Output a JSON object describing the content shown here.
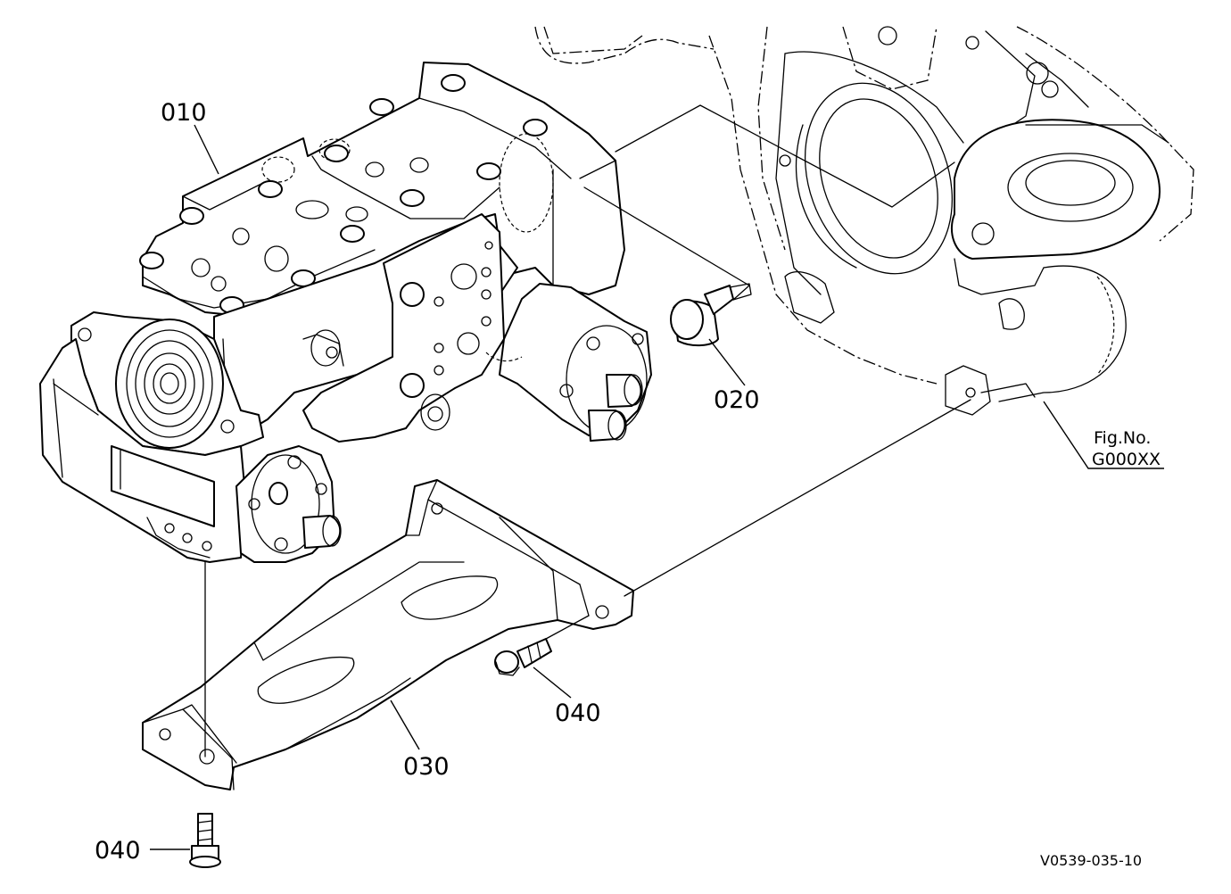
{
  "callouts": {
    "part_010": "010",
    "part_020": "020",
    "part_030": "030",
    "part_040_upper": "040",
    "part_040_lower": "040"
  },
  "figure_ref": {
    "line1": "Fig.No.",
    "line2": "G000XX"
  },
  "drawing_code": "V0539-035-10"
}
